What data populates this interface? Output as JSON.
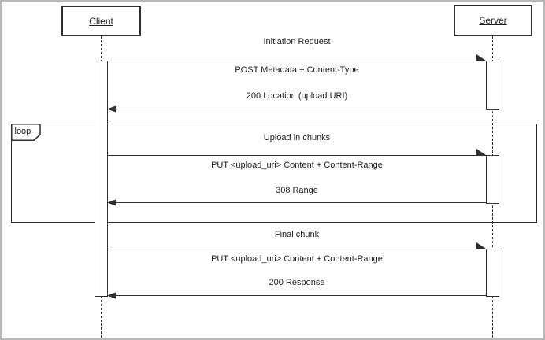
{
  "diagram": {
    "type": "uml-sequence-diagram",
    "actors": [
      {
        "name": "Client"
      },
      {
        "name": "Server"
      }
    ],
    "loop_label": "loop",
    "sections": [
      {
        "title": "Initiation Request",
        "request": "POST Metadata + Content-Type",
        "response": "200 Location (upload URI)",
        "in_loop": false
      },
      {
        "title": "Upload in chunks",
        "request": "PUT <upload_uri> Content + Content-Range",
        "response": "308 Range",
        "in_loop": true
      },
      {
        "title": "Final chunk",
        "request": "PUT <upload_uri> Content + Content-Range",
        "response": "200 Response",
        "in_loop": false
      }
    ],
    "colors": {
      "line": "#2e2e2e",
      "text": "#1d1d1d",
      "frame_border": "#b9b9b9",
      "background": "#ffffff"
    }
  }
}
